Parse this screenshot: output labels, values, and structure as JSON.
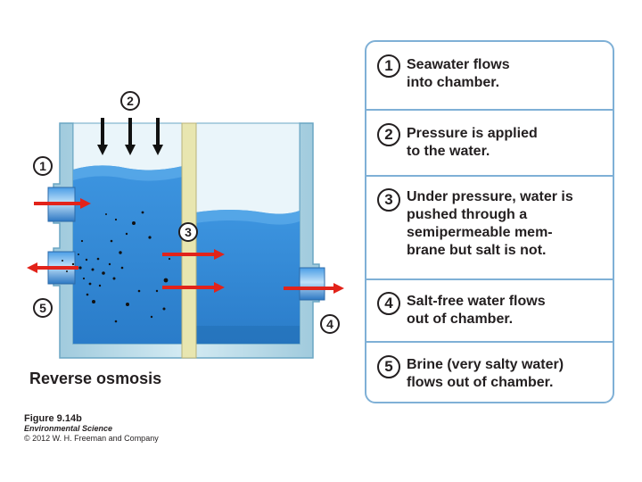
{
  "diagram": {
    "callouts": [
      "1",
      "2",
      "3",
      "4",
      "5"
    ],
    "title": "Reverse osmosis",
    "credit": {
      "figure": "Figure 9.14b",
      "book": "Environmental Science",
      "copyright": "© 2012 W. H. Freeman and Company"
    }
  },
  "steps": [
    {
      "number": "1",
      "text": "Seawater flows\ninto chamber."
    },
    {
      "number": "2",
      "text": "Pressure is applied\nto the water."
    },
    {
      "number": "3",
      "text": "Under pressure, water is\npushed through a\nsemipermeable mem-\nbrane but salt is not."
    },
    {
      "number": "4",
      "text": "Salt-free water flows\nout of chamber."
    },
    {
      "number": "5",
      "text": "Brine (very salty water)\nflows out of chamber."
    }
  ],
  "colors": {
    "water": "#2f86d6",
    "water_dark": "#1f5fa8",
    "tank_wall": "#bcdce9",
    "membrane": "#e8e6b0",
    "arrow_flow": "#e2231a",
    "arrow_pressure": "#111111",
    "box_border": "#7fb0d6"
  }
}
